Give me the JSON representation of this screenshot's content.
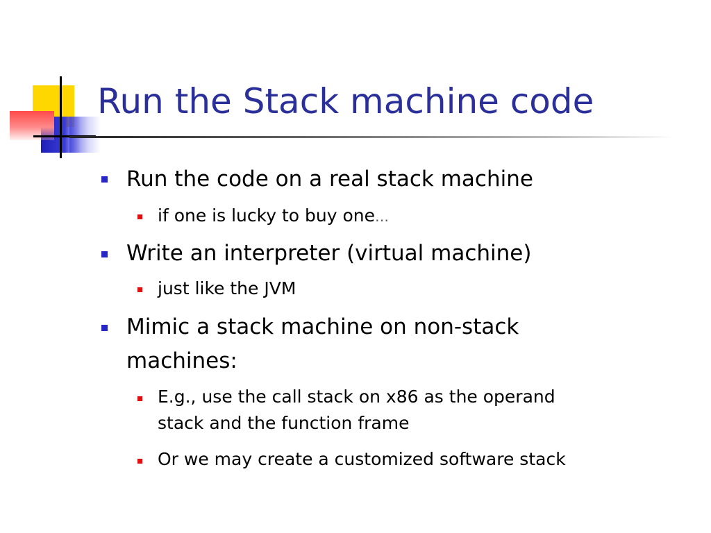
{
  "slide": {
    "title": "Run the Stack machine code",
    "bullets": [
      {
        "text": "Run the code on a real stack machine",
        "children": [
          {
            "text": "if one is lucky to buy one",
            "suffix": "…"
          }
        ]
      },
      {
        "text": "Write an interpreter (virtual machine)",
        "children": [
          {
            "text": "just like the JVM"
          }
        ]
      },
      {
        "text_line1": "Mimic a stack machine on non-stack",
        "text_line2": "machines:",
        "children": [
          {
            "text_line1": "E.g., use the call stack on x86 as the operand",
            "text_line2": "stack and the function frame"
          },
          {
            "text": "Or we may create a customized software stack"
          }
        ]
      }
    ]
  },
  "colors": {
    "title": "#2a2f9a",
    "level1_marker": "#2727c8",
    "level2_marker": "#e01010"
  }
}
